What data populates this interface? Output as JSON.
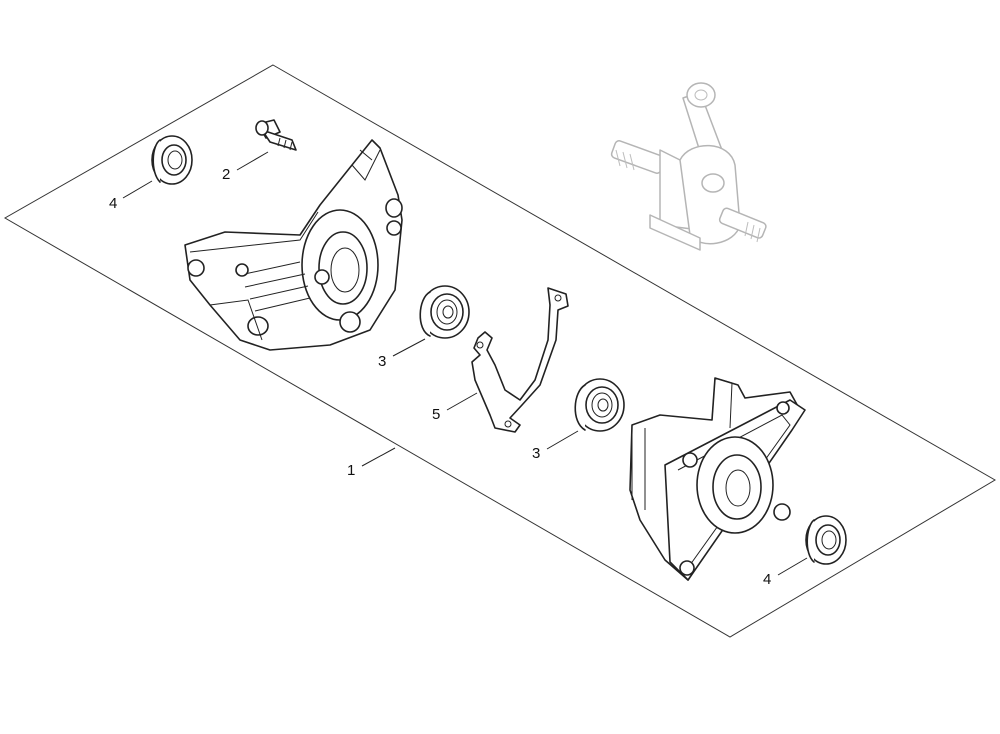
{
  "callouts": [
    {
      "id": "c4a",
      "label": "4"
    },
    {
      "id": "c2",
      "label": "2"
    },
    {
      "id": "c3a",
      "label": "3"
    },
    {
      "id": "c5",
      "label": "5"
    },
    {
      "id": "c1",
      "label": "1"
    },
    {
      "id": "c3b",
      "label": "3"
    },
    {
      "id": "c4b",
      "label": "4"
    }
  ],
  "colors": {
    "line": "#222222",
    "ghost": "#b5b5b5",
    "background": "#ffffff"
  }
}
